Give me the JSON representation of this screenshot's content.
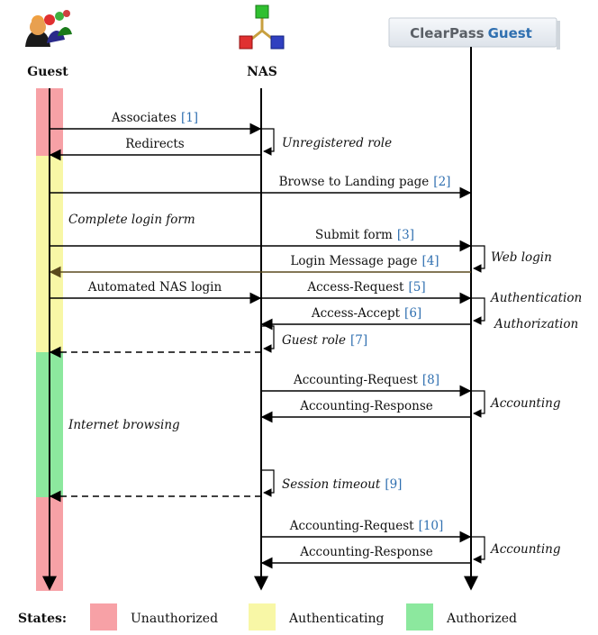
{
  "actors": {
    "guest": "Guest",
    "nas": "NAS",
    "clearpass_main": "ClearPass",
    "clearpass_accent": "Guest"
  },
  "messages": {
    "m1": {
      "text": "Associates",
      "num": "[1]"
    },
    "m2": {
      "text": "Redirects",
      "num": ""
    },
    "m3": {
      "text": "Browse to Landing page",
      "num": "[2]"
    },
    "m4": {
      "text": "Submit form",
      "num": "[3]"
    },
    "m5": {
      "text": "Login Message page",
      "num": "[4]"
    },
    "m6": {
      "text": "Automated NAS login",
      "num": ""
    },
    "m7": {
      "text": "Access-Request",
      "num": "[5]"
    },
    "m8": {
      "text": "Access-Accept",
      "num": "[6]"
    },
    "m9": {
      "text": "Accounting-Request",
      "num": "[8]"
    },
    "m10": {
      "text": "Accounting-Response",
      "num": ""
    },
    "m11": {
      "text": "Accounting-Request",
      "num": "[10]"
    },
    "m12": {
      "text": "Accounting-Response",
      "num": ""
    }
  },
  "notes": {
    "unregistered_role": "Unregistered role",
    "complete_login_form": "Complete login form",
    "web_login": "Web login",
    "authentication": "Authentication",
    "authorization": "Authorization",
    "guest_role": "Guest role",
    "guest_role_num": "[7]",
    "accounting_1": "Accounting",
    "internet_browsing": "Internet browsing",
    "session_timeout": "Session timeout",
    "session_timeout_num": "[9]",
    "accounting_2": "Accounting"
  },
  "legend": {
    "title": "States:",
    "unauthorized": "Unauthorized",
    "authenticating": "Authenticating",
    "authorized": "Authorized"
  },
  "colors": {
    "unauthorized": "#f7a1a6",
    "authenticating": "#f8f7a6",
    "authorized": "#8ce89e",
    "accent": "#2f6fb0",
    "dark_arrow": "#5a4a1e"
  }
}
